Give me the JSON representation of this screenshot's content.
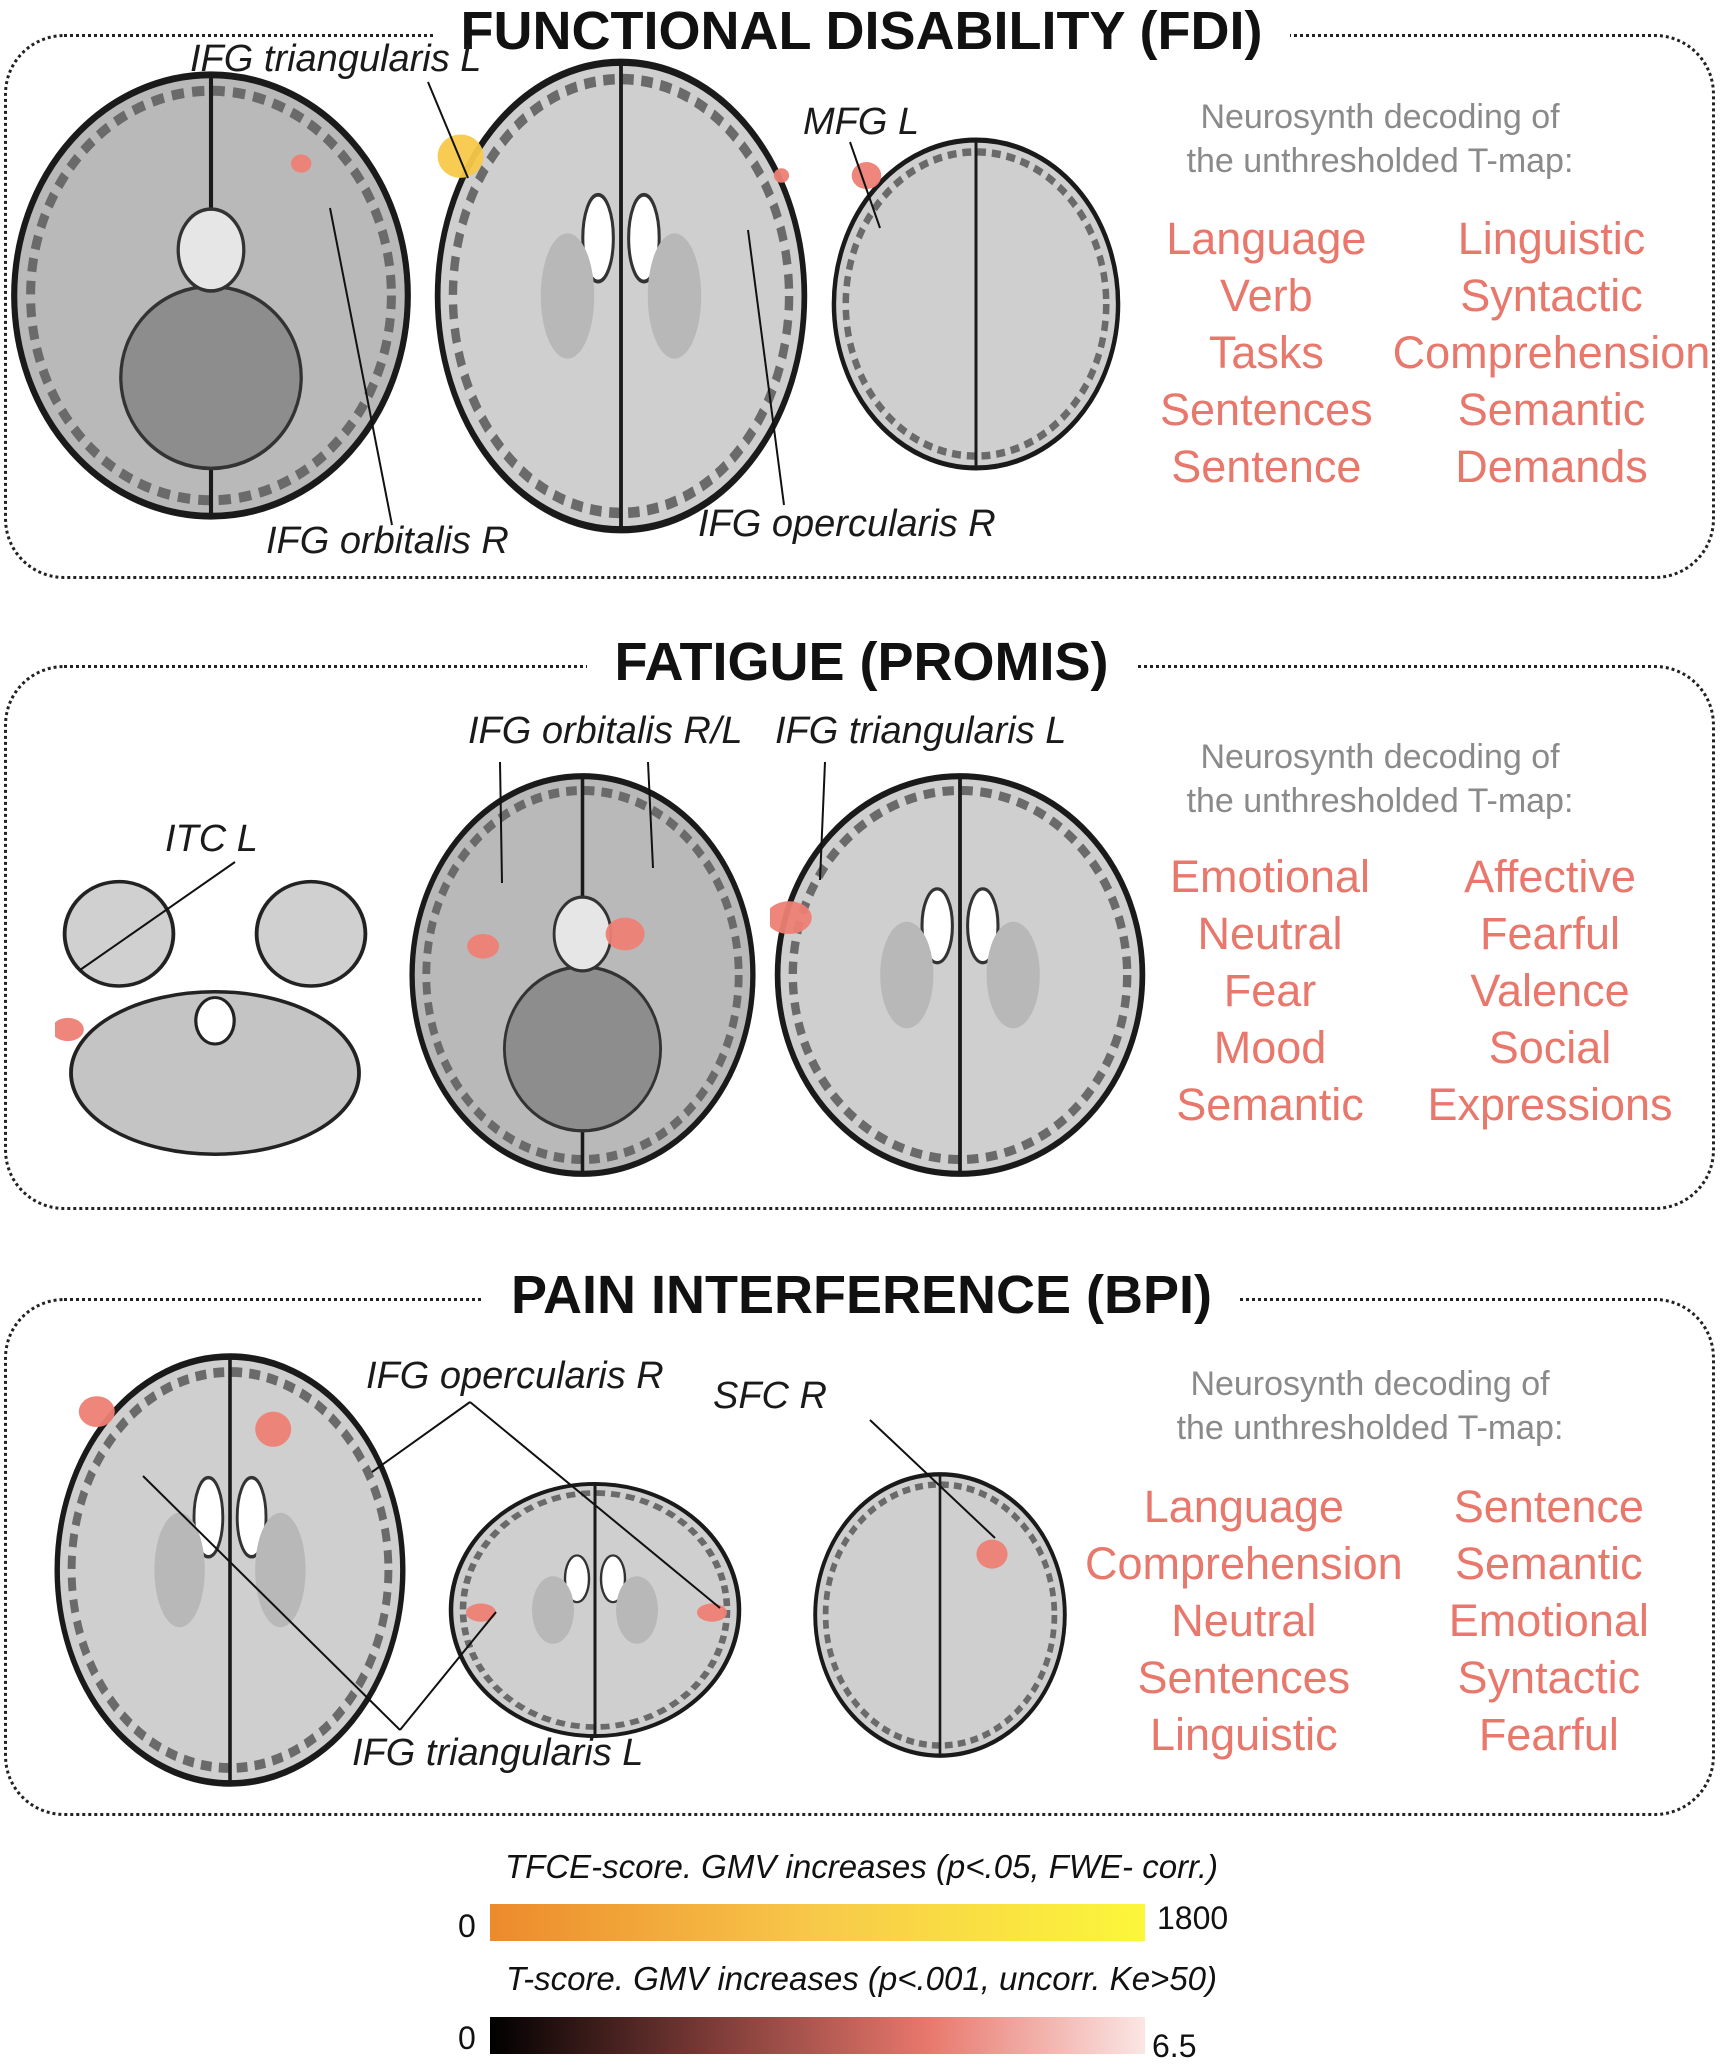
{
  "panels": [
    {
      "title": "FUNCTIONAL DISABILITY (FDI)",
      "labels": [
        "IFG triangularis L",
        "MFG L",
        "IFG orbitalis R",
        "IFG opercularis R"
      ],
      "decoding_header": [
        "Neurosynth decoding of",
        "the unthresholded T-map:"
      ],
      "terms_left": [
        "Language",
        "Verb",
        "Tasks",
        "Sentences",
        "Sentence"
      ],
      "terms_right": [
        "Linguistic",
        "Syntactic",
        "Comprehension",
        "Semantic",
        "Demands"
      ]
    },
    {
      "title": "FATIGUE (PROMIS)",
      "labels": [
        "ITC L",
        "IFG orbitalis R/L",
        "IFG triangularis L"
      ],
      "decoding_header": [
        "Neurosynth decoding of",
        "the unthresholded T-map:"
      ],
      "terms_left": [
        "Emotional",
        "Neutral",
        "Fear",
        "Mood",
        "Semantic"
      ],
      "terms_right": [
        "Affective",
        "Fearful",
        "Valence",
        "Social",
        "Expressions"
      ]
    },
    {
      "title": "PAIN INTERFERENCE (BPI)",
      "labels": [
        "IFG opercularis R",
        "SFC R",
        "IFG triangularis L"
      ],
      "decoding_header": [
        "Neurosynth decoding of",
        "the unthresholded T-map:"
      ],
      "terms_left": [
        "Language",
        "Comprehension",
        "Neutral",
        "Sentences",
        "Linguistic"
      ],
      "terms_right": [
        "Sentence",
        "Semantic",
        "Emotional",
        "Syntactic",
        "Fearful"
      ]
    }
  ],
  "scales": [
    {
      "title": "TFCE-score. GMV increases (p<.05, FWE- corr.)",
      "min": "0",
      "max": "1800",
      "colors": [
        "#ec8a2c",
        "#f8c94a",
        "#fbf73a"
      ]
    },
    {
      "title": "T-score. GMV increases (p<.001, uncorr. Ke>50)",
      "min": "0",
      "max": "6.5",
      "colors": [
        "#000000",
        "#7a3a36",
        "#e8776c",
        "#fbe6e4"
      ]
    }
  ],
  "colors": {
    "term": "#e8776c",
    "header": "#8a8a8a",
    "tfce_blob": "#f8c94a",
    "t_blob": "#ee7f75"
  }
}
